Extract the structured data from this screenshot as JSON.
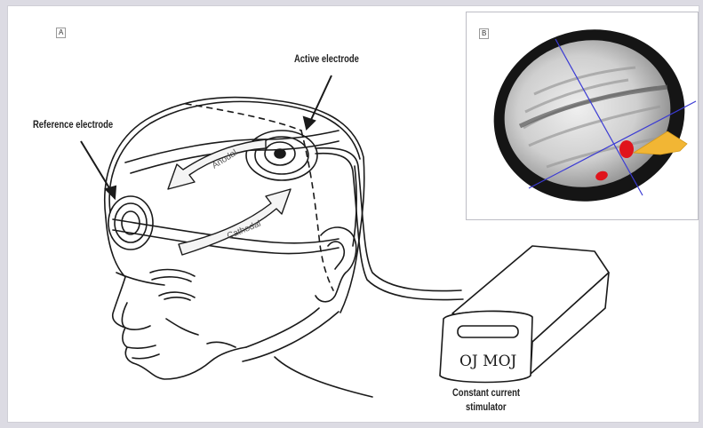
{
  "panel_a": {
    "letter": "A",
    "labels": {
      "reference_electrode": "Reference electrode",
      "active_electrode": "Active electrode",
      "anodal": "Anodal",
      "cathodal": "Cathodal",
      "stimulator_line1": "Constant current",
      "stimulator_line2": "stimulator",
      "stimulator_display": "ОЈ МОЈ"
    }
  },
  "panel_b": {
    "letter": "B"
  },
  "colors": {
    "line": "#1a1a1a",
    "arrow_fill": "#f4f4f4",
    "cursor_line": "#3b3bd4",
    "target_red": "#e0141c",
    "pointer_yellow": "#f2b634"
  }
}
